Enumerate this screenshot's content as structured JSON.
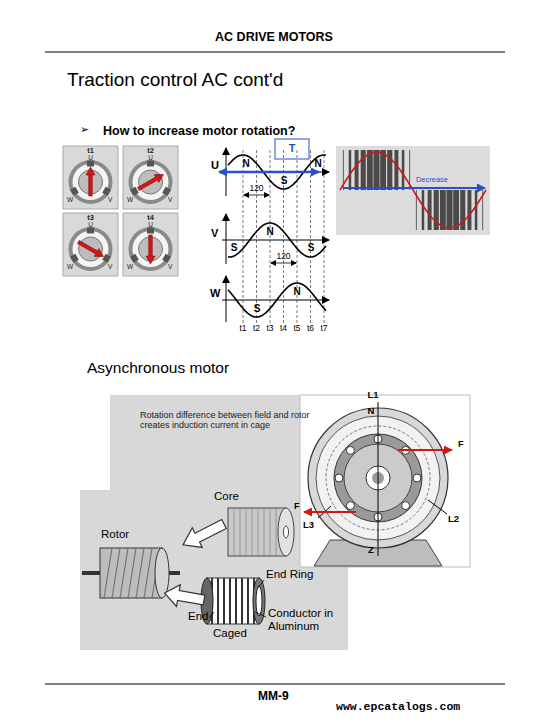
{
  "diagram": {
    "title": "AC DRIVE MOTORS",
    "labels": [
      "Traction control AC cont'd",
      "➢",
      "How to increase motor rotation?",
      "t1",
      "U",
      "W",
      "V",
      "t2",
      "U",
      "W",
      "V",
      "t3",
      "U",
      "W",
      "V",
      "t4",
      "U",
      "W",
      "V",
      "U",
      "V",
      "W",
      "T",
      "N",
      "S",
      "N",
      "120",
      "S",
      "N",
      "S",
      "120",
      "N",
      "S",
      "t1",
      "t2",
      "t3",
      "t4",
      "t5",
      "t6",
      "t7",
      "Decrease",
      "Asynchronous motor",
      "Rotation difference between field and rotor creates induction current in cage",
      "L1",
      "N",
      "F",
      "F",
      "L2",
      "L3",
      "Z",
      "Core",
      "Rotor",
      "End Ring",
      "End",
      "Caged",
      "Conductor in Aluminum",
      "MM-9",
      "www.epcatalogs.com"
    ]
  }
}
